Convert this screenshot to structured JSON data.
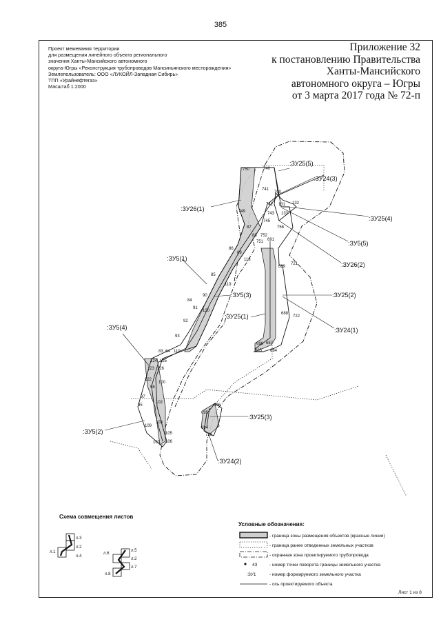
{
  "page_number": "385",
  "project_info": {
    "line1": "Проект межевания территории",
    "line2": "для размещения линейного объекта регионального",
    "line3": "значения Ханты-Мансийского автономного",
    "line4": "округа-Югры «Реконструкция трубопроводов Мансиньянского месторождения»",
    "line5": "Землепользователь: ООО «ЛУКОЙЛ-Западная Сибирь»",
    "line6": "ТПП «Урайнефтегаз»",
    "line7": "Масштаб 1:2000"
  },
  "appendix": {
    "line1": "Приложение 32",
    "line2": "к постановлению Правительства",
    "line3": "Ханты-Мансийского",
    "line4": "автономного округа – Югры",
    "line5": "от 3 марта 2017 года № 72-п"
  },
  "plot_labels": {
    "ZU25_5": ":ЗУ25(5)",
    "ZU24_3": ":ЗУ24(3)",
    "ZU26_1": ":ЗУ26(1)",
    "ZU25_4": ":ЗУ25(4)",
    "ZU5_5": ":ЗУ5(5)",
    "ZU26_2": ":ЗУ26(2)",
    "ZU5_1": ":ЗУ5(1)",
    "ZU5_3": ":ЗУ5(3)",
    "ZU25_2": ":ЗУ25(2)",
    "ZU25_1": ":ЗУ25(1)",
    "ZU24_1": ":ЗУ24(1)",
    "ZU5_4": ":ЗУ5(4)",
    "ZU25_3": ":ЗУ25(3)",
    "ZU5_2": ":ЗУ5(2)",
    "ZU24_2": ":ЗУ24(2)"
  },
  "points": {
    "p750": "750",
    "p740": "740",
    "p741": "741",
    "p700": "700",
    "p742": "742",
    "p131": "131",
    "p132": "132",
    "p133": "133",
    "p743": "743",
    "p749": "749",
    "p745": "745",
    "p756": "756",
    "p87": "87",
    "p752": "752",
    "p88": "88",
    "p751": "751",
    "p691": "691",
    "p86": "86",
    "p89": "89",
    "p118": "118",
    "p689": "689",
    "p721": "721",
    "p85": "85",
    "p119": "119",
    "p90": "90",
    "p84": "84",
    "p91": "91",
    "p120": "120",
    "p92": "92",
    "p93": "93",
    "p688": "688",
    "p722": "722",
    "p686": "686",
    "p687": "687",
    "p685": "685",
    "p684": "684",
    "p83": "83",
    "p64": "64",
    "p110": "110",
    "p124": "124",
    "p125": "125",
    "p123": "123",
    "p126": "126",
    "p122": "122",
    "p100": "100",
    "p98": "98",
    "p97": "97",
    "p95": "95",
    "p102": "102",
    "p103": "103",
    "p109": "109",
    "p105": "105",
    "p107": "107",
    "p106": "106",
    "p696": "696",
    "p695": "695",
    "p694": "694",
    "p726": "726"
  },
  "scheme": {
    "title": "Схема совмещения листов",
    "sheet3": "л.3",
    "sheet4": "л.4",
    "sheet5": "л.5",
    "sheet6": "л.6",
    "sheet7": "л.7",
    "sheet8": "л.8",
    "sheet_a": "л.2",
    "sheet_b": "л.1",
    "sheet_c": "л.2"
  },
  "legend": {
    "title": "Условные обозначения:",
    "item1": "- граница зоны размещения объектов (красные линии)",
    "item2": "- граница ранее отведенных земельных участков",
    "item3": "- охранная зона проектируемого трубопровода",
    "item4_sample": "43",
    "item4": "- номер точки поворота границы земельного участка",
    "item5_sample": ":ЗУ1",
    "item5": "- номер формируемого земельного участка",
    "item6": "- ось проектируемого объекта"
  },
  "sheet_counter": "Лист 1 из 8",
  "colors": {
    "ink": "#111111",
    "zone_fill": "#cfcfcf"
  }
}
